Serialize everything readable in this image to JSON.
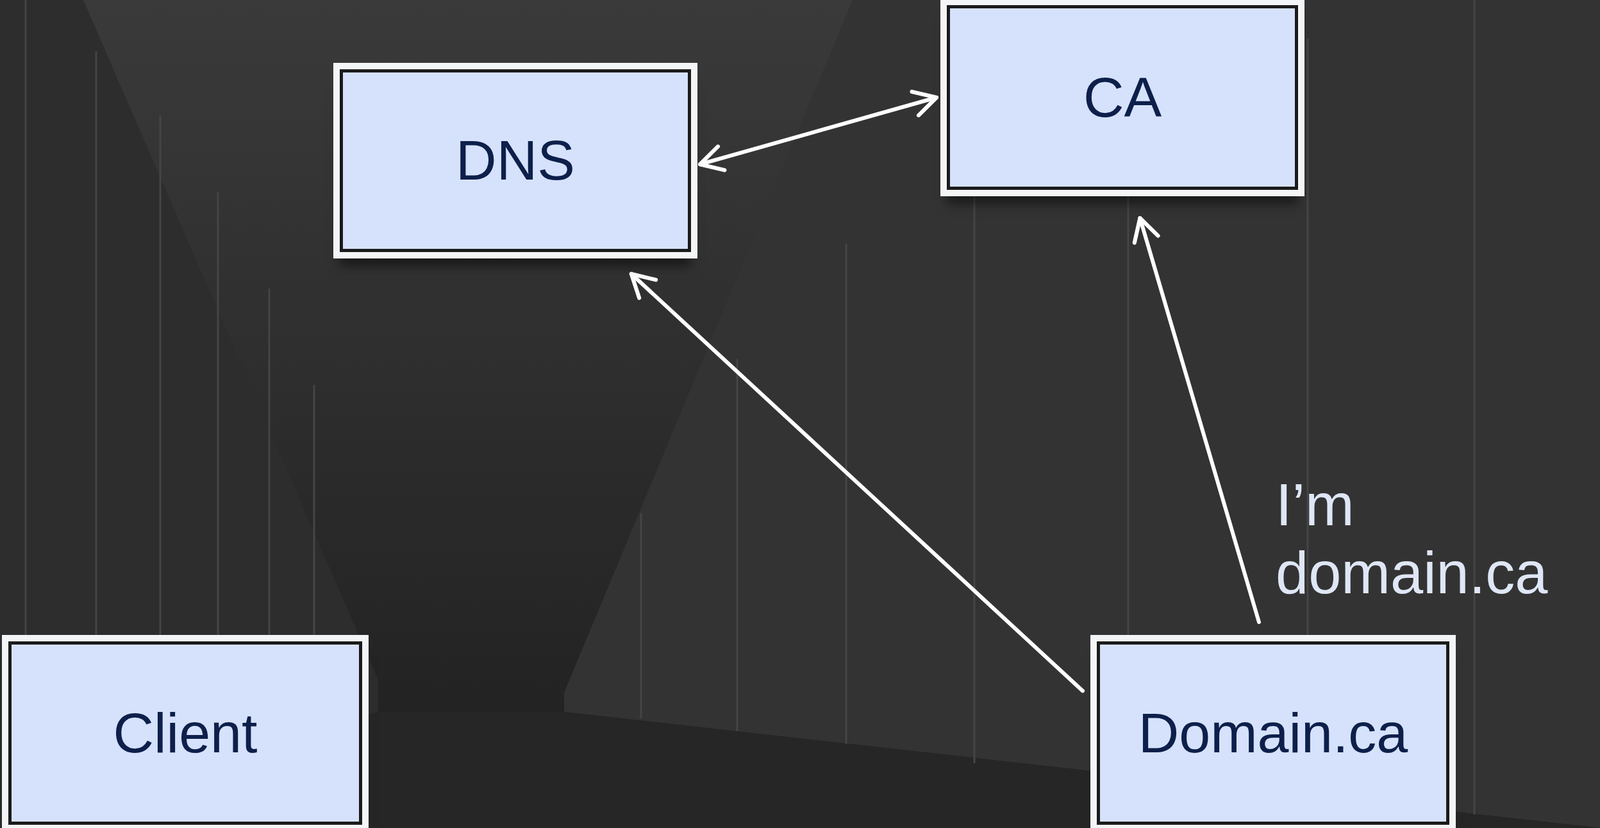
{
  "diagram": {
    "nodes": [
      {
        "text": [
          "DNS"
        ]
      },
      {
        "text": [
          "CA"
        ]
      },
      {
        "text": [
          "Client"
        ]
      },
      {
        "text": [
          "Domain.ca"
        ]
      }
    ],
    "edges": [
      {
        "from": 0,
        "to": 1,
        "arrow": "both"
      },
      {
        "from": 3,
        "to": 0,
        "arrow": "to"
      },
      {
        "from": 3,
        "to": 1,
        "label": "I’m domain.ca",
        "arrow": "to"
      }
    ]
  }
}
